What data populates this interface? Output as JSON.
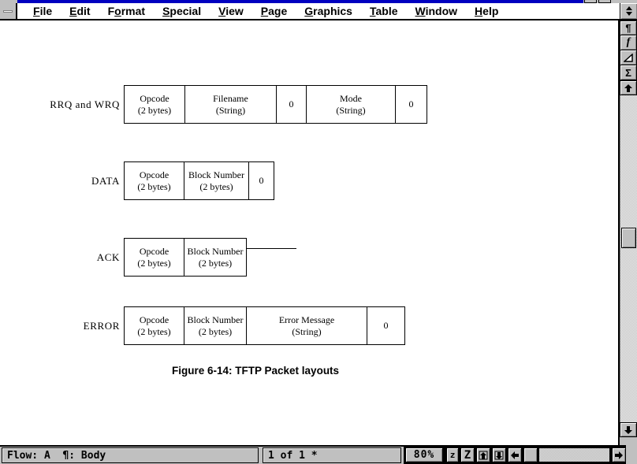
{
  "menu": {
    "items": [
      {
        "pre": "",
        "u": "F",
        "post": "ile"
      },
      {
        "pre": "",
        "u": "E",
        "post": "dit"
      },
      {
        "pre": "F",
        "u": "o",
        "post": "rmat"
      },
      {
        "pre": "",
        "u": "S",
        "post": "pecial"
      },
      {
        "pre": "",
        "u": "V",
        "post": "iew"
      },
      {
        "pre": "",
        "u": "P",
        "post": "age"
      },
      {
        "pre": "",
        "u": "G",
        "post": "raphics"
      },
      {
        "pre": "",
        "u": "T",
        "post": "able"
      },
      {
        "pre": "",
        "u": "W",
        "post": "indow"
      },
      {
        "pre": "",
        "u": "H",
        "post": "elp"
      }
    ]
  },
  "palette": {
    "paragraph_catalog": "¶",
    "character_catalog": "f",
    "equations": "Σ"
  },
  "diagram": {
    "rows": [
      {
        "label": "RRQ and WRQ",
        "cells": [
          {
            "line1": "Opcode",
            "line2": "(2 bytes)"
          },
          {
            "line1": "Filename",
            "line2": "(String)"
          },
          {
            "line1": "0",
            "line2": ""
          },
          {
            "line1": "Mode",
            "line2": "(String)"
          },
          {
            "line1": "0",
            "line2": ""
          }
        ]
      },
      {
        "label": "DATA",
        "cells": [
          {
            "line1": "Opcode",
            "line2": "(2 bytes)"
          },
          {
            "line1": "Block Number",
            "line2": "(2 bytes)"
          },
          {
            "line1": "0",
            "line2": ""
          }
        ]
      },
      {
        "label": "ACK",
        "cells": [
          {
            "line1": "Opcode",
            "line2": "(2 bytes)"
          },
          {
            "line1": "Block Number",
            "line2": "(2 bytes)"
          }
        ]
      },
      {
        "label": "ERROR",
        "cells": [
          {
            "line1": "Opcode",
            "line2": "(2 bytes)"
          },
          {
            "line1": "Block Number",
            "line2": "(2 bytes)"
          },
          {
            "line1": "Error Message",
            "line2": "(String)"
          },
          {
            "line1": "0",
            "line2": ""
          }
        ]
      }
    ],
    "caption": "Figure 6-14: TFTP Packet layouts"
  },
  "statusbar": {
    "flow": "Flow: A  ¶: Body",
    "page": "1 of 1 *",
    "zoom": "80%",
    "zoom_out": "z",
    "zoom_in": "Z"
  },
  "colors": {
    "titlebar_blue": "#0000c0",
    "ui_gray": "#c0c0c0"
  }
}
